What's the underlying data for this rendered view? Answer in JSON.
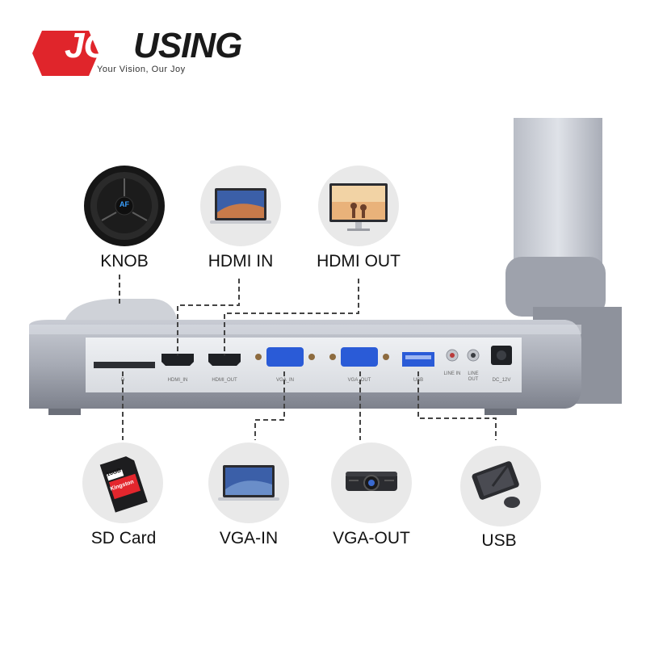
{
  "brand": {
    "name_part1": "JOY",
    "name_part2": "USING",
    "tagline": "Your Vision, Our Joy",
    "colors": {
      "red": "#e0252b",
      "dark": "#1a1a1a"
    }
  },
  "features_top": [
    {
      "label": "KNOB",
      "icon": "knob-icon"
    },
    {
      "label": "HDMI IN",
      "icon": "laptop-icon"
    },
    {
      "label": "HDMI OUT",
      "icon": "monitor-icon"
    }
  ],
  "features_bottom": [
    {
      "label": "SD Card",
      "icon": "sd-card-icon"
    },
    {
      "label": "VGA-IN",
      "icon": "laptop-icon"
    },
    {
      "label": "VGA-OUT",
      "icon": "projector-icon"
    },
    {
      "label": "USB",
      "icon": "drawing-tablet-icon"
    }
  ],
  "knob": {
    "center_label": "AF"
  },
  "sd_card": {
    "size": "16GB",
    "brand": "Kingston"
  },
  "ports": {
    "sd": "D",
    "hdmi_in": "HDMI_IN",
    "hdmi_out": "HDMI_OUT",
    "vga_in": "VGA_IN",
    "vga_out": "VGA_OUT",
    "usb": "USB",
    "line_in": "LINE IN",
    "line_out": "LINE OUT",
    "dc": "DC_12V"
  }
}
